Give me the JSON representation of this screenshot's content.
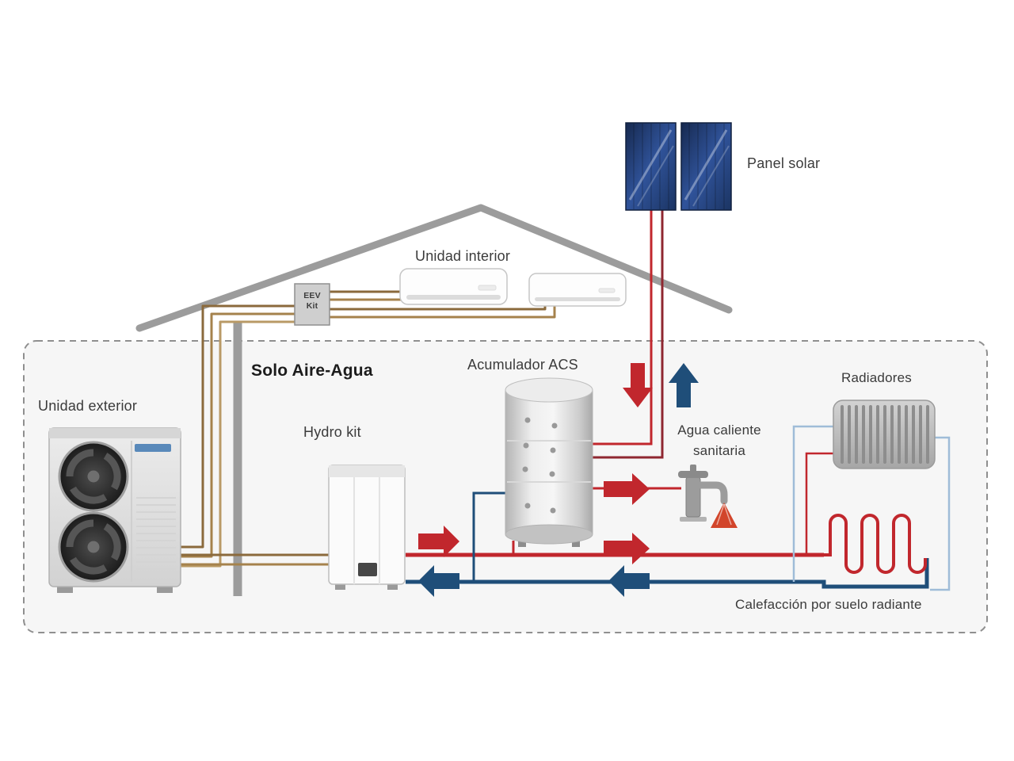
{
  "diagram": {
    "type": "hvac-aerothermal-schematic",
    "labels": {
      "panel_solar": "Panel solar",
      "unidad_interior": "Unidad interior",
      "eev_kit": [
        "EEV",
        "Kit"
      ],
      "solo_aire_agua": "Solo Aire-Agua",
      "acumulador_acs": "Acumulador ACS",
      "unidad_exterior": "Unidad exterior",
      "hydro_kit": "Hydro kit",
      "agua_caliente_sanitaria": [
        "Agua caliente",
        "sanitaria"
      ],
      "radiadores": "Radiadores",
      "calefaccion_suelo_radiante": "Calefacción por suelo radiante"
    },
    "legend_colors": {
      "hot_water": "#c1272d",
      "cold_return": "#1f4e79",
      "refrigerant_lines": "#a5824c",
      "radiator_loop": "#9fbcd8",
      "solar_panel": "#24406f",
      "structure": "#9c9c9c",
      "boundary_fill": "#f6f6f6"
    },
    "flows": {
      "solar_to_tank": "down",
      "tank_to_solar_return": "up",
      "hydrokit_supply": "right",
      "hydrokit_return": "left",
      "tank_to_tap": "right"
    }
  }
}
